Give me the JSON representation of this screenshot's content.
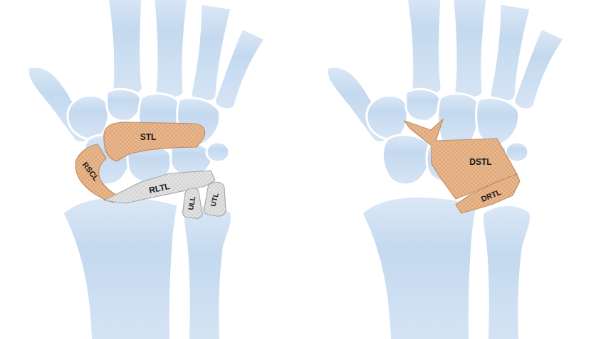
{
  "diagram": {
    "nodes": [
      {
        "text": [
          "STL"
        ]
      },
      {
        "text": [
          "RSCL"
        ]
      },
      {
        "text": [
          "RLTL"
        ]
      },
      {
        "text": [
          "ULL"
        ]
      },
      {
        "text": [
          "UTL"
        ]
      },
      {
        "text": [
          "DSTL"
        ]
      },
      {
        "text": [
          "DRTL"
        ]
      }
    ]
  }
}
